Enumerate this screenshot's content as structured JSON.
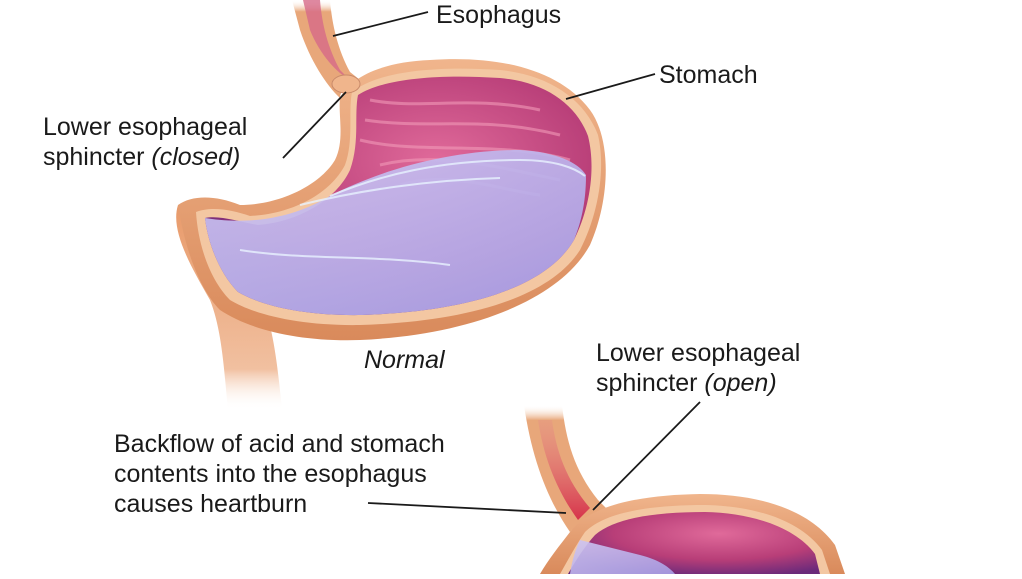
{
  "labels": {
    "esophagus": "Esophagus",
    "stomach": "Stomach",
    "les_closed_line1": "Lower esophageal",
    "les_closed_line2": "sphincter ",
    "les_closed_state": "(closed)",
    "normal_caption": "Normal",
    "les_open_line1": "Lower esophageal",
    "les_open_line2": "sphincter ",
    "les_open_state": "(open)",
    "backflow_line1": "Backflow of acid and stomach",
    "backflow_line2": "contents into the esophagus",
    "backflow_line3": "causes heartburn"
  },
  "colors": {
    "tissue_outer": "#e8a77a",
    "tissue_inner": "#c9466f",
    "gastric_fluid": "#b9b4ee",
    "reflux_red": "#d6324a"
  }
}
